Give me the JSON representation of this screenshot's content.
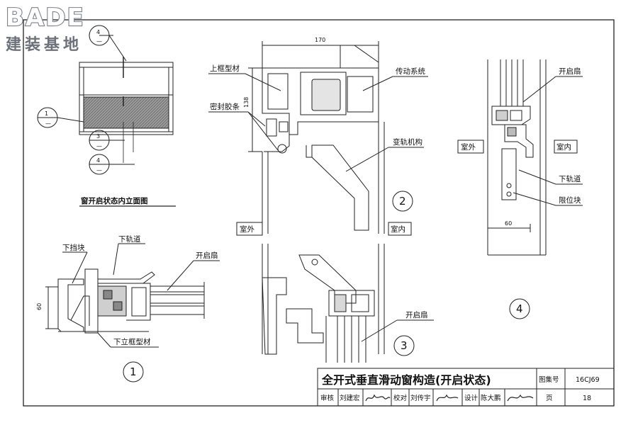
{
  "logo": {
    "brand": "BADE",
    "subtitle": "建装基地"
  },
  "callouts": {
    "c1": "1",
    "c3": "3",
    "c4": "4",
    "dash": "—"
  },
  "labels": {
    "elevation_caption": "窗开启状态内立面图",
    "lower_stop_block": "下挡块",
    "lower_track": "下轨道",
    "sash": "开启扇",
    "lower_vertical_frame": "下立框型材",
    "upper_frame": "上框型材",
    "seal_strip": "密封胶条",
    "transmission": "传动系统",
    "track_change": "变轨机构",
    "exterior": "室外",
    "interior": "室内",
    "limit_block": "限位块"
  },
  "dims": {
    "d60": "60",
    "d170": "170",
    "d138": "138"
  },
  "details": {
    "n1": "1",
    "n2": "2",
    "n3": "3",
    "n4": "4"
  },
  "title_block": {
    "title": "全开式垂直滑动窗构造(开启状态)",
    "atlas_label": "图集号",
    "atlas_no": "16CJ69",
    "review_label": "审核",
    "reviewer": "刘建宏",
    "check_label": "校对",
    "checker": "刘传宇",
    "design_label": "设计",
    "designer": "陈大鹏",
    "page_label": "页",
    "page": "18"
  }
}
